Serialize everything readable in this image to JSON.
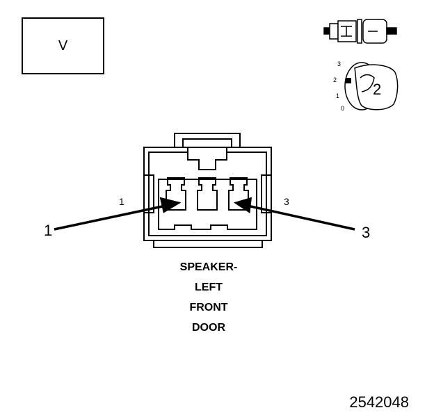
{
  "view_code": "V",
  "connector": {
    "caption_lines": [
      "SPEAKER-",
      "LEFT",
      "FRONT",
      "DOOR"
    ],
    "cavity_labels": [
      "1",
      "3"
    ],
    "callouts": [
      "1",
      "3"
    ]
  },
  "key_inset": {
    "positions": [
      "3",
      "2",
      "1",
      "0"
    ],
    "number": "2"
  },
  "figure_number": "2542048"
}
